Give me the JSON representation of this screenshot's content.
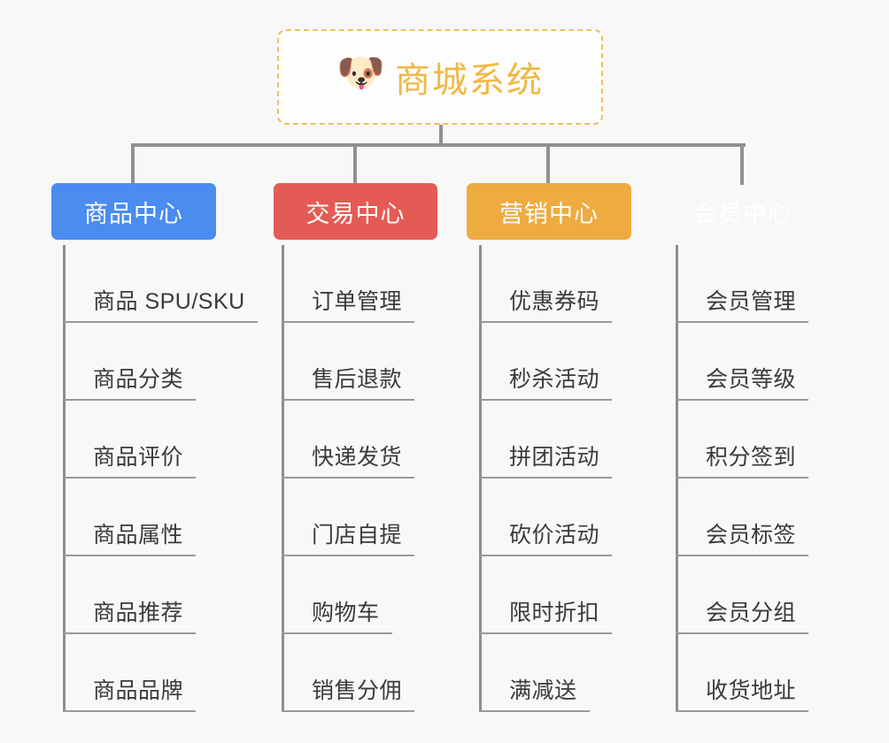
{
  "diagram": {
    "root": {
      "icon": "shiba-dog-face-icon",
      "icon_glyph": "🐶",
      "title": "商城系统",
      "border_color": "#f0bf60",
      "title_color": "#f0b844",
      "background": "#fdfdfd"
    },
    "canvas_background": "#f8f8f8",
    "connector_color": "#919191",
    "branches": [
      {
        "label": "商品中心",
        "color": "#4a8cf0",
        "items": [
          "商品 SPU/SKU",
          "商品分类",
          "商品评价",
          "商品属性",
          "商品推荐",
          "商品品牌"
        ]
      },
      {
        "label": "交易中心",
        "color": "#e45b55",
        "items": [
          "订单管理",
          "售后退款",
          "快递发货",
          "门店自提",
          "购物车",
          "销售分佣"
        ]
      },
      {
        "label": "营销中心",
        "color": "#eeab40",
        "items": [
          "优惠券码",
          "秒杀活动",
          "拼团活动",
          "砍价活动",
          "限时折扣",
          "满减送"
        ]
      },
      {
        "label": "会员中心",
        "color": "#78c council",
        "items": [
          "会员管理",
          "会员等级",
          "积分签到",
          "会员标签",
          "会员分组",
          "收货地址"
        ]
      }
    ]
  }
}
